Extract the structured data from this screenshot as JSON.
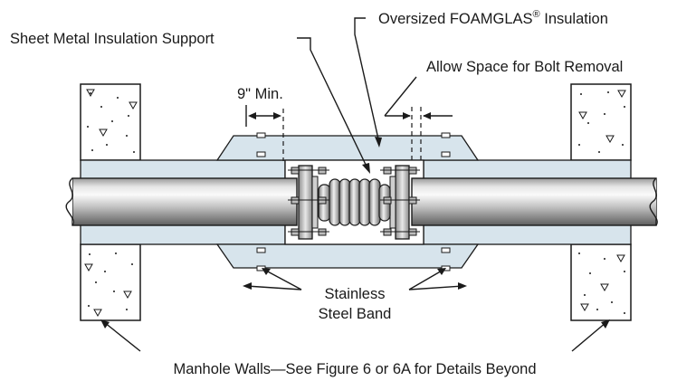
{
  "labels": {
    "oversized_insulation": "Oversized FOAMGLAS",
    "registered_mark": "®",
    "insulation_word": " Insulation",
    "sheet_metal_support": "Sheet Metal Insulation Support",
    "bolt_removal": "Allow Space for Bolt Removal",
    "min_clearance": "9\" Min.",
    "stainless_band_line1": "Stainless",
    "stainless_band_line2": "Steel Band",
    "manhole_walls": "Manhole Walls—See Figure 6 or 6A for Details Beyond"
  },
  "colors": {
    "insulation_fill": "#d7e4ec",
    "outline": "#1a1a1a",
    "pipe_light": "#f2f2f2",
    "pipe_dark": "#8a8a8a"
  }
}
